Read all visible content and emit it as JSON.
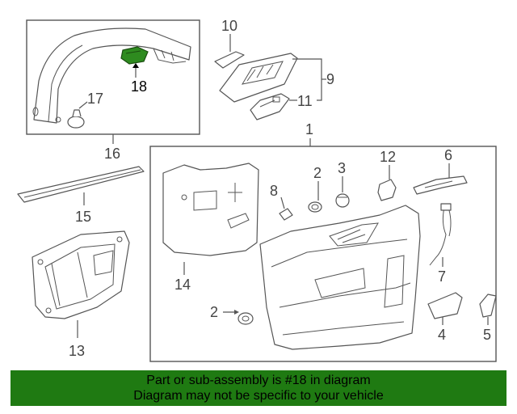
{
  "diagram": {
    "callouts": {
      "c1": "1",
      "c2a": "2",
      "c2b": "2",
      "c3": "3",
      "c4": "4",
      "c5": "5",
      "c6": "6",
      "c7": "7",
      "c8": "8",
      "c9": "9",
      "c10": "10",
      "c11": "11",
      "c12": "12",
      "c13": "13",
      "c14": "14",
      "c15": "15",
      "c16": "16",
      "c17": "17",
      "c18": "18"
    },
    "highlight_part": "18",
    "highlight_color": "#2e8b1f"
  },
  "banner": {
    "line1": "Part or sub-assembly is #18 in diagram",
    "line2": "Diagram may not be specific to your vehicle",
    "background": "#1f7a12"
  }
}
